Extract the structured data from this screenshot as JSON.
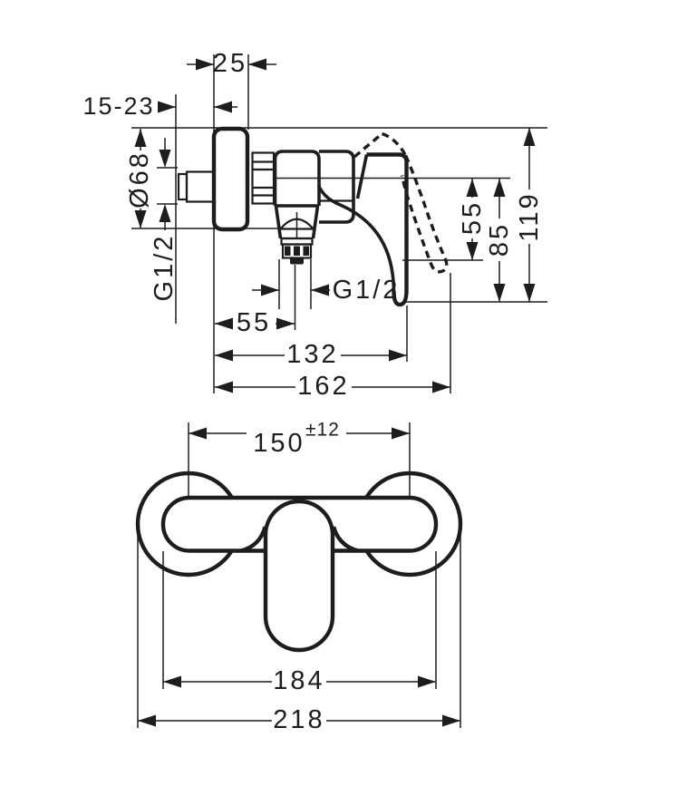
{
  "colors": {
    "ink": "#1d1d1b",
    "paper": "#ffffff"
  },
  "side_view": {
    "plate_depth_mm": "25",
    "wall_distance_range_mm": "15-23",
    "escutcheon_diameter": "Ø68",
    "inlet_thread": "G1/2",
    "outlet_thread": "G1/2",
    "outlet_offset_mm": "55",
    "depth_to_handle_mm": "132",
    "overall_depth_mm": "162",
    "handle_to_outlet_mm": "55",
    "handle_zone_height_mm": "85",
    "overall_height_mm": "119"
  },
  "front_view": {
    "connection_centers_mm": "150",
    "connection_tolerance_mm": "±12",
    "body_width_mm": "184",
    "overall_width_mm": "218"
  }
}
